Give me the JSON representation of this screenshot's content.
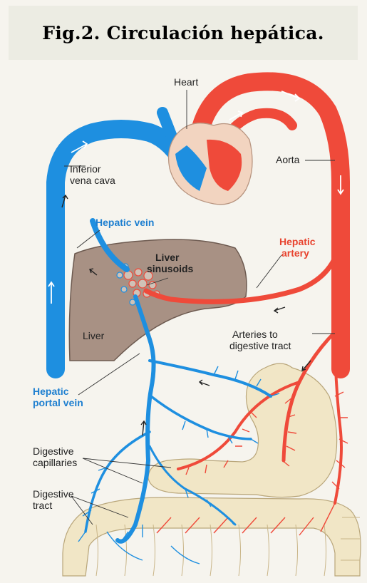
{
  "caption": "Fig.2. Circulación hepática.",
  "labels": {
    "heart": "Heart",
    "ivc_1": "Inferior",
    "ivc_2": "vena cava",
    "aorta": "Aorta",
    "hepatic_vein": "Hepatic vein",
    "hepatic_artery_1": "Hepatic",
    "hepatic_artery_2": "artery",
    "sinusoids_1": "Liver",
    "sinusoids_2": "sinusoids",
    "liver": "Liver",
    "arteries_1": "Arteries to",
    "arteries_2": "digestive tract",
    "portal_1": "Hepatic",
    "portal_2": "portal vein",
    "capillaries_1": "Digestive",
    "capillaries_2": "capillaries",
    "tract_1": "Digestive",
    "tract_2": "tract"
  },
  "colors": {
    "vein": "#1e8fe0",
    "artery": "#ef4a3a",
    "liver": "#a89184",
    "tissue": "#f1e6c6",
    "heart_tissue": "#f2d4c0"
  }
}
